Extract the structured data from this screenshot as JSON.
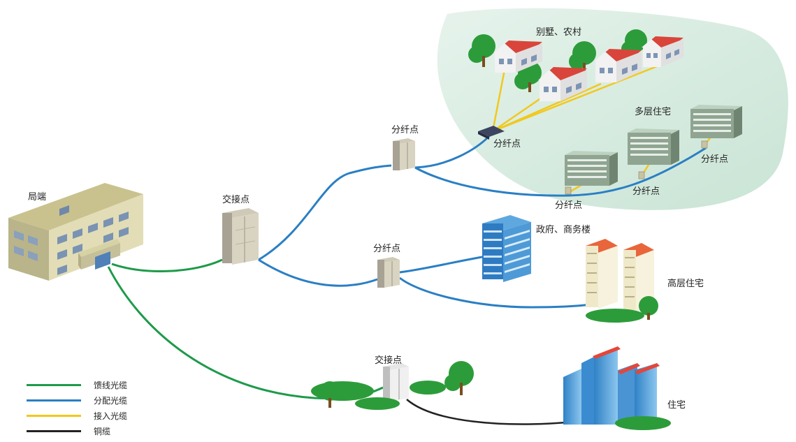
{
  "labels": {
    "central_office": "局端",
    "cross_connect_1": "交接点",
    "cross_connect_2": "交接点",
    "split_a": "分纤点",
    "split_b": "分纤点",
    "split_villa": "分纤点",
    "split_mr1": "分纤点",
    "split_mr2": "分纤点",
    "split_mr3": "分纤点",
    "villa_zone": "别墅、农村",
    "multistory": "多层住宅",
    "government": "政府、商务楼",
    "highrise": "高层住宅",
    "residence": "住宅"
  },
  "legend": [
    {
      "label": "馈线光缆",
      "color": "#1e9a4a"
    },
    {
      "label": "分配光缆",
      "color": "#2a7fc4"
    },
    {
      "label": "接入光缆",
      "color": "#f2c81c"
    },
    {
      "label": "铜缆",
      "color": "#222222"
    }
  ],
  "colors": {
    "feeder": "#1e9a4a",
    "distribution": "#2a7fc4",
    "access": "#f2c81c",
    "copper": "#222222",
    "zone_fill": "#d6ebe0"
  }
}
